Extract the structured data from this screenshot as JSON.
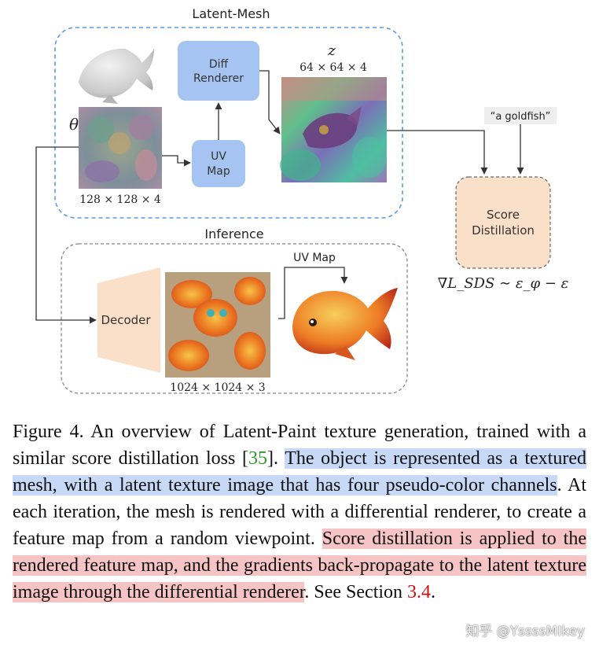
{
  "diagram": {
    "group_latent_title": "Latent-Mesh",
    "group_inference_title": "Inference",
    "diff_renderer_label": [
      "Diff",
      "Renderer"
    ],
    "uv_map_label": [
      "UV",
      "Map"
    ],
    "score_distillation_label": [
      "Score",
      "Distillation"
    ],
    "decoder_label": "Decoder",
    "uv_map_arrow_label": "UV Map",
    "z_symbol": "z",
    "latent_dims": "64 × 64 × 4",
    "theta_symbol": "θ",
    "texture_dims": "128 × 128 × 4",
    "output_dims": "1024 × 1024 × 3",
    "prompt": "“a goldfish”",
    "loss_formula": "∇L_SDS ∼ ε_φ − ε",
    "colors": {
      "box_blue": "#a6c4f2",
      "box_peach": "#fbe0c9",
      "dashed_blue": "#5a9ae6",
      "dashed_gray": "#888888"
    }
  },
  "caption": {
    "label": "Figure 4.",
    "text_1": " An overview of Latent-Paint texture generation, trained with a similar score distillation loss [",
    "ref": "35",
    "text_2": "]. ",
    "highlight_blue": "The object is represented as a textured mesh, with a latent texture image that has four pseudo-color channels",
    "text_3": ". At each iteration, the mesh is rendered with a differential renderer, to create a feature map from a random viewpoint. ",
    "highlight_red": "Score distillation is applied to the rendered feature map, and the gradients back-propagate to the latent texture image through the differential renderer",
    "text_4": ". See Section ",
    "section": "3.4",
    "text_5": "."
  },
  "watermark": "知乎 @YssssMIkey"
}
